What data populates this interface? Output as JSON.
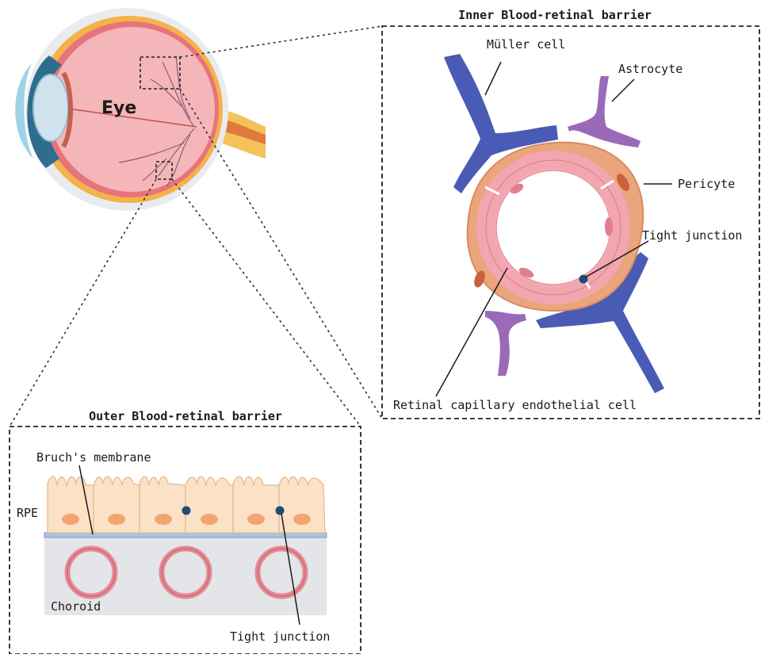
{
  "eye": {
    "label": "Eye"
  },
  "inner": {
    "title": "Inner Blood-retinal barrier",
    "labels": {
      "muller": "Müller cell",
      "astrocyte": "Astrocyte",
      "pericyte": "Pericyte",
      "tight_junction": "Tight junction",
      "endothelial": "Retinal capillary endothelial cell"
    }
  },
  "outer": {
    "title": "Outer Blood-retinal barrier",
    "labels": {
      "bruch": "Bruch's membrane",
      "rpe": "RPE",
      "choroid": "Choroid",
      "tight_junction": "Tight junction"
    }
  },
  "colors": {
    "muller": "#4a5bb5",
    "astrocyte": "#9a6ab8",
    "pericyte": "#eaa57c",
    "endothelial": "#f2a6b0",
    "rpe": "#fbe1c6",
    "choroid": "#e3e5e8",
    "junction": "#1c4d7a"
  }
}
